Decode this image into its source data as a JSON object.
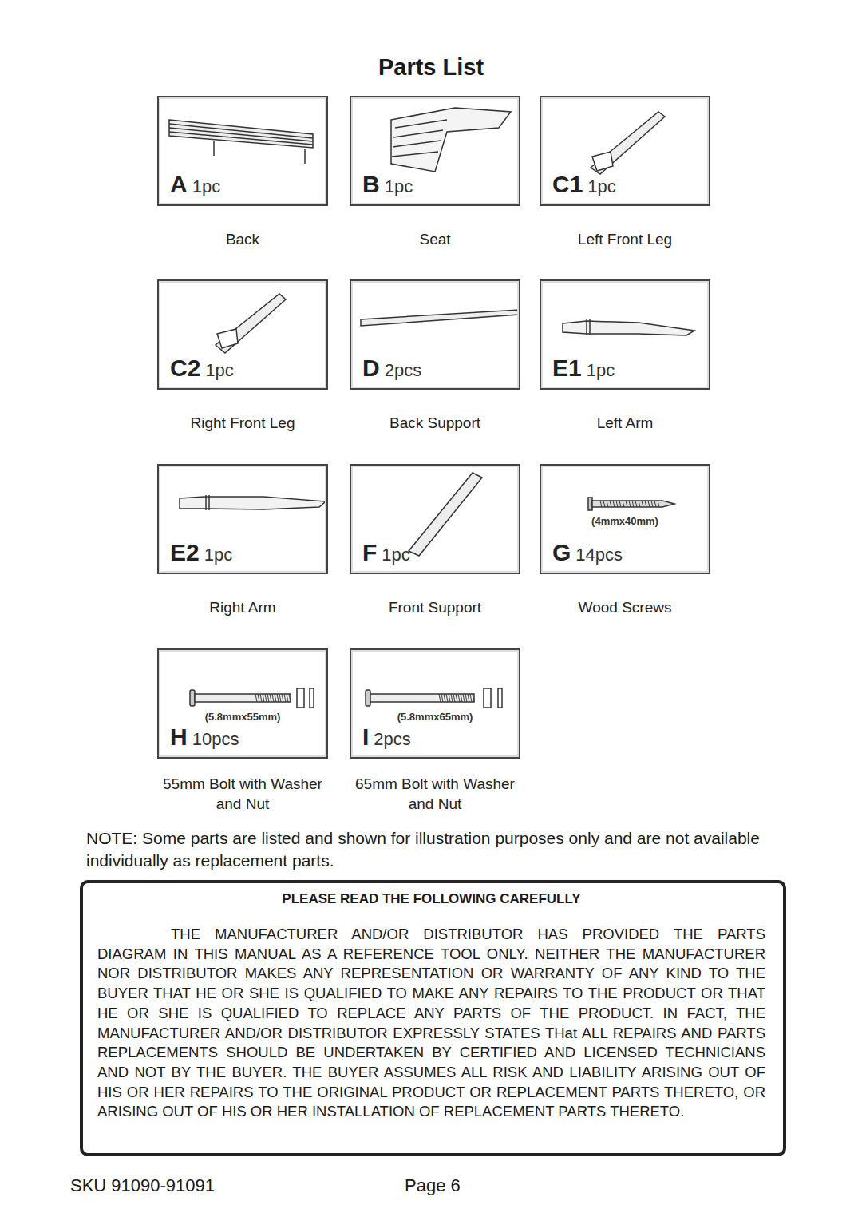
{
  "diagram": {
    "title": "Parts List",
    "nodes": [
      {
        "text": [
          "A",
          "1pc",
          "Back"
        ]
      },
      {
        "text": [
          "B",
          "1pc",
          "Seat"
        ]
      },
      {
        "text": [
          "C1",
          "1pc",
          "Left Front Leg"
        ]
      },
      {
        "text": [
          "C2",
          "1pc",
          "Right Front Leg"
        ]
      },
      {
        "text": [
          "D",
          "2pcs",
          "Back Support"
        ]
      },
      {
        "text": [
          "E1",
          "1pc",
          "Left Arm"
        ]
      },
      {
        "text": [
          "E2",
          "1pc",
          "Right Arm"
        ]
      },
      {
        "text": [
          "F",
          "1pc",
          "Front Support"
        ]
      },
      {
        "text": [
          "(4mmx40mm)",
          "G",
          "14pcs",
          "Wood Screws"
        ]
      },
      {
        "text": [
          "(5.8mmx55mm)",
          "H",
          "10pcs",
          "55mm Bolt with Washer and Nut"
        ]
      },
      {
        "text": [
          "(5.8mmx65mm)",
          "I",
          "2pcs",
          "65mm Bolt with Washer and Nut"
        ]
      },
      {
        "text": [
          "PLEASE READ THE FOLLOWING CAREFULLY",
          "THE MANUFACTURER AND/OR DISTRIBUTOR HAS PROVIDED THE PARTS DIAGRAM IN THIS MANUAL AS A REFERENCE TOOL ONLY. NEITHER THE MANUFACTURER NOR DISTRIBUTOR MAKES ANY REPRESENTATION OR WARRANTY OF ANY KIND TO THE BUYER THAT HE OR SHE IS QUALIFIED TO MAKE ANY REPAIRS TO THE PRODUCT OR THAT HE OR SHE IS QUALIFIED TO REPLACE ANY PARTS OF THE PRODUCT. IN FACT, THE MANUFACTURER AND/OR DISTRIBUTOR EXPRESSLY STATES THat ALL REPAIRS AND PARTS REPLACEMENTS SHOULD BE UNDERTAKEN BY CERTIFIED AND LICENSED TECHNICIANS AND NOT BY THE BUYER. THE BUYER ASSUMES ALL RISK AND LIABILITY ARISING OUT OF HIS OR HER REPAIRS TO THE ORIGINAL PRODUCT OR REPLACEMENT PARTS THERETO, OR ARISING OUT OF HIS OR HER INSTALLATION OF REPLACEMENT PARTS THERETO."
        ]
      }
    ],
    "labels": [
      "NOTE: Some parts are listed and shown for illustration purposes only and are not available individually as replacement parts.",
      "SKU 91090-91091",
      "Page 6"
    ]
  }
}
